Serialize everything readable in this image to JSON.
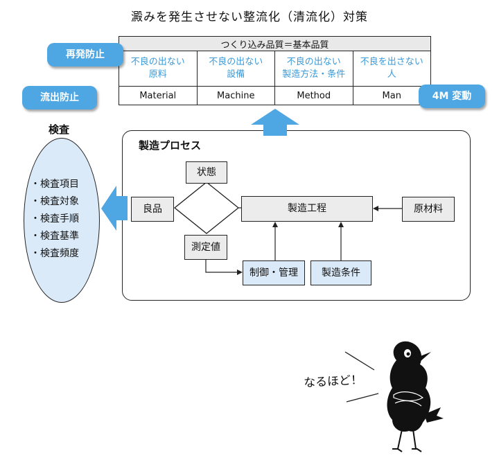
{
  "title": "澱みを発生させない整流化（清流化）対策",
  "quality_table": {
    "header": "つくり込み品質＝基本品質",
    "columns": [
      {
        "desc1": "不良の出ない",
        "desc2": "原料",
        "en": "Material"
      },
      {
        "desc1": "不良の出ない",
        "desc2": "設備",
        "en": "Machine"
      },
      {
        "desc1": "不良の出ない",
        "desc2": "製造方法・条件",
        "en": "Method"
      },
      {
        "desc1": "不良を出さない",
        "desc2": "人",
        "en": "Man"
      }
    ]
  },
  "badges": {
    "recurrence_prevention": "再発防止",
    "outflow_prevention": "流出防止",
    "four_m_change": "4M 変動"
  },
  "process": {
    "title": "製造プロセス",
    "state": "状態",
    "good_product": "良品",
    "manufacturing_step": "製造工程",
    "raw_material": "原材料",
    "measured_value": "測定値",
    "control_management": "制御・管理",
    "manufacturing_conditions": "製造条件"
  },
  "inspection": {
    "label": "検査",
    "items": [
      "・検査項目",
      "・検査対象",
      "・検査手順",
      "・検査基準",
      "・検査頻度"
    ]
  },
  "character": {
    "speech": "なるほど！"
  },
  "colors": {
    "accent_blue": "#4ea6e2",
    "light_blue_fill": "#dbeaf8",
    "desc_text_blue": "#3a9ad9",
    "gray_fill": "#ececec"
  }
}
